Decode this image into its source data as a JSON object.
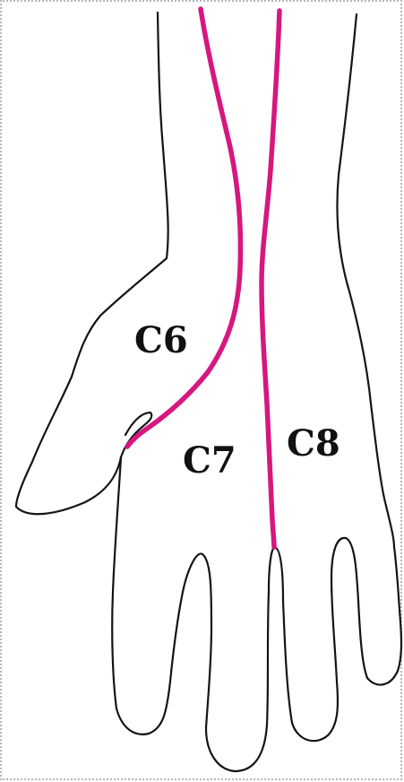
{
  "diagram": {
    "regions": [
      {
        "label": "C6"
      },
      {
        "label": "C7"
      },
      {
        "label": "C8"
      }
    ],
    "colors": {
      "boundary_line": "#d6177f",
      "outline": "#141414",
      "background": "#ffffff",
      "frame_dots": "#b7b7b7"
    }
  }
}
